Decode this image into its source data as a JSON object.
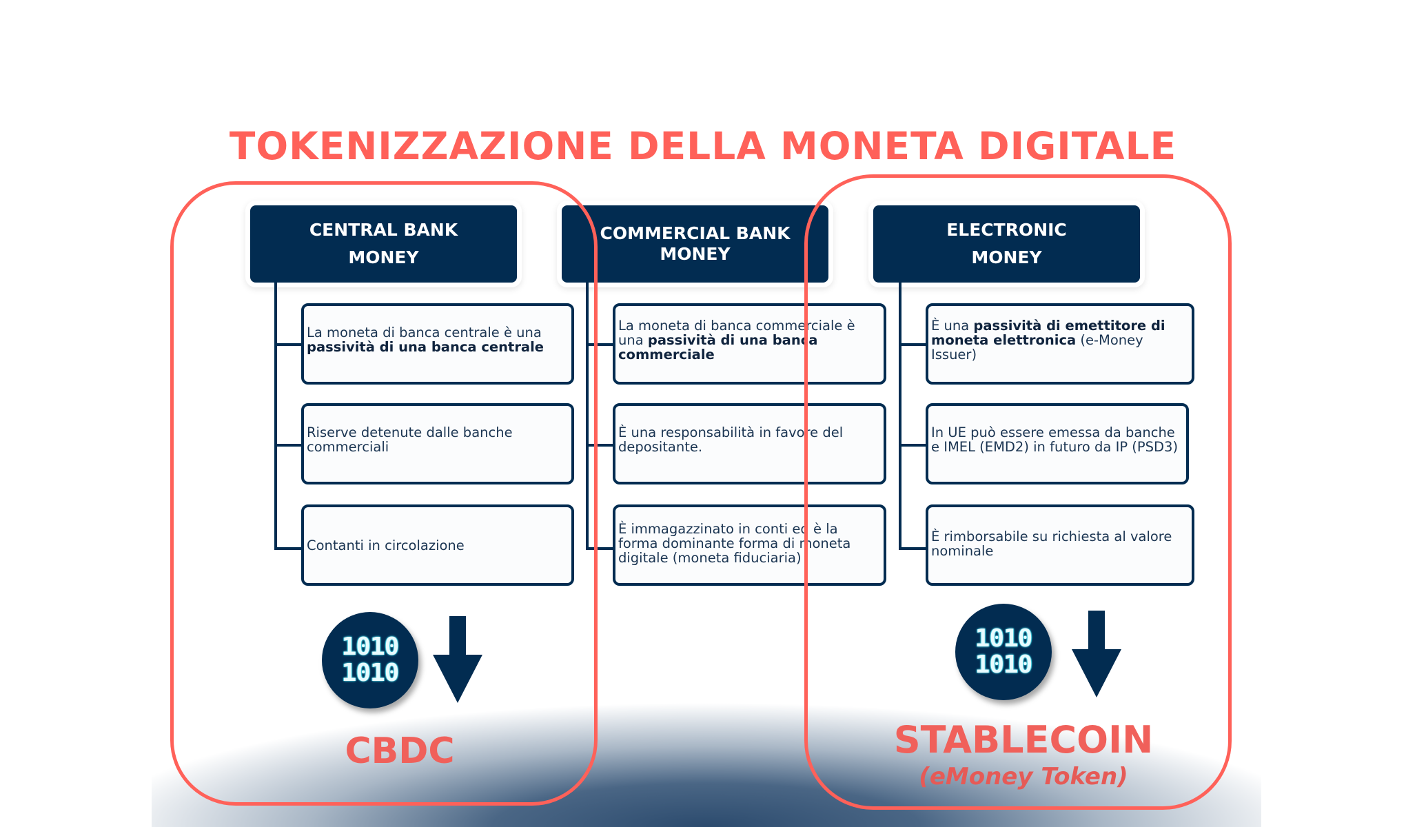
{
  "title": "TOKENIZZAZIONE DELLA MONETA DIGITALE",
  "colors": {
    "accent": "#ff6159",
    "navy": "#022c51",
    "binary_cyan": "#3fc3d6"
  },
  "columns": [
    {
      "header": "CENTRAL BANK\nMONEY",
      "cards": [
        {
          "pre": "La moneta di banca centrale è una ",
          "bold": "passività di una banca centrale",
          "post": ""
        },
        {
          "pre": "Riserve detenute dalle banche commerciali",
          "bold": "",
          "post": ""
        },
        {
          "pre": "Contanti in circolazione",
          "bold": "",
          "post": ""
        }
      ]
    },
    {
      "header": "COMMERCIAL BANK\nMONEY",
      "cards": [
        {
          "pre": "La moneta di banca commerciale è una ",
          "bold": "passività di una banca commerciale",
          "post": ""
        },
        {
          "pre": "È una responsabilità in favore del depositante.",
          "bold": "",
          "post": ""
        },
        {
          "pre": "È immagazzinato in conti ed è la forma dominante forma di moneta digitale (moneta fiduciaria)",
          "bold": "",
          "post": ""
        }
      ]
    },
    {
      "header": "ELECTRONIC\nMONEY",
      "cards": [
        {
          "pre": "È una ",
          "bold": "passività di emettitore di moneta elettronica",
          "post": " (e-Money Issuer)"
        },
        {
          "pre": "In UE può essere emessa da banche e IMEL (EMD2) in futuro da IP (PSD3)",
          "bold": "",
          "post": ""
        },
        {
          "pre": "È rimborsabile su richiesta al valore nominale",
          "bold": "",
          "post": ""
        }
      ]
    }
  ],
  "outcomes": {
    "left": {
      "icon": "binary-coin-icon",
      "binary": [
        "1010",
        "1010"
      ],
      "label": "CBDC"
    },
    "right": {
      "icon": "binary-coin-icon",
      "binary": [
        "1010",
        "1010"
      ],
      "label": "STABLECOIN",
      "sublabel": "(eMoney Token)"
    }
  }
}
